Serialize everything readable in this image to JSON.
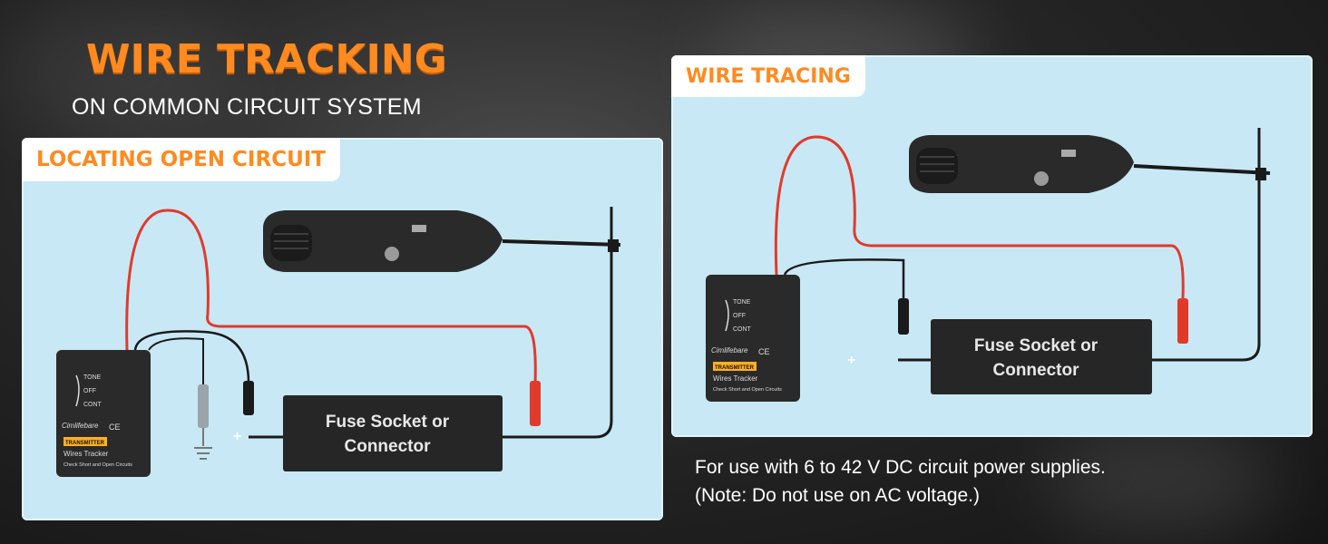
{
  "header": {
    "title": "WIRE TRACKING",
    "subtitle": "ON COMMON CIRCUIT SYSTEM"
  },
  "left_panel": {
    "tag": "LOCATING OPEN CIRCUIT",
    "box_line1": "Fuse Socket or",
    "box_line2": "Connector",
    "plus": "+"
  },
  "right_panel": {
    "tag": "WIRE TRACING",
    "box_line1": "Fuse Socket or",
    "box_line2": "Connector",
    "plus": "+"
  },
  "transmitter": {
    "tone": "TONE",
    "off": "OFF",
    "cont": "CONT",
    "brand": "Cimlifebare",
    "ce": "CE",
    "badge": "TRANSMITTER",
    "name": "Wires Tracker",
    "desc": "Check Short and Open Circuits"
  },
  "footer": {
    "note_line1": "For use with 6 to 42 V DC circuit power supplies.",
    "note_line2": "(Note: Do not use on AC voltage.)"
  },
  "colors": {
    "accent": "#ff8a1f",
    "panel_bg": "#c8e8f5",
    "device": "#2a2a2a",
    "red_wire": "#e23a2a",
    "black_wire": "#1a1a1a"
  }
}
